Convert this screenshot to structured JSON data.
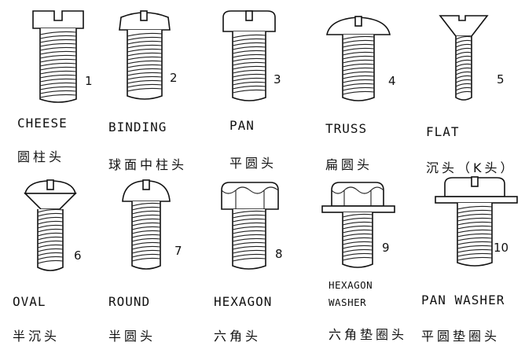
{
  "screws": [
    {
      "number": "1",
      "name_en": "CHEESE",
      "name_zh": "圆柱头",
      "icon": "cheese-head-screw-icon"
    },
    {
      "number": "2",
      "name_en": "BINDING",
      "name_zh": "球面中柱头",
      "icon": "binding-head-screw-icon"
    },
    {
      "number": "3",
      "name_en": "PAN",
      "name_zh": "平圆头",
      "icon": "pan-head-screw-icon"
    },
    {
      "number": "4",
      "name_en": "TRUSS",
      "name_zh": "扁圆头",
      "icon": "truss-head-screw-icon"
    },
    {
      "number": "5",
      "name_en": "FLAT",
      "name_zh": "沉头（K头）",
      "icon": "flat-head-screw-icon"
    },
    {
      "number": "6",
      "name_en": "OVAL",
      "name_zh": "半沉头",
      "icon": "oval-head-screw-icon"
    },
    {
      "number": "7",
      "name_en": "ROUND",
      "name_zh": "半圆头",
      "icon": "round-head-screw-icon"
    },
    {
      "number": "8",
      "name_en": "HEXAGON",
      "name_zh": "六角头",
      "icon": "hexagon-head-screw-icon"
    },
    {
      "number": "9",
      "name_en_line1": "HEXAGON",
      "name_en_line2": "WASHER",
      "name_zh": "六角垫圈头",
      "icon": "hexagon-washer-head-screw-icon"
    },
    {
      "number": "10",
      "name_en": "PAN WASHER",
      "name_zh": "平圆垫圈头",
      "icon": "pan-washer-head-screw-icon"
    }
  ]
}
